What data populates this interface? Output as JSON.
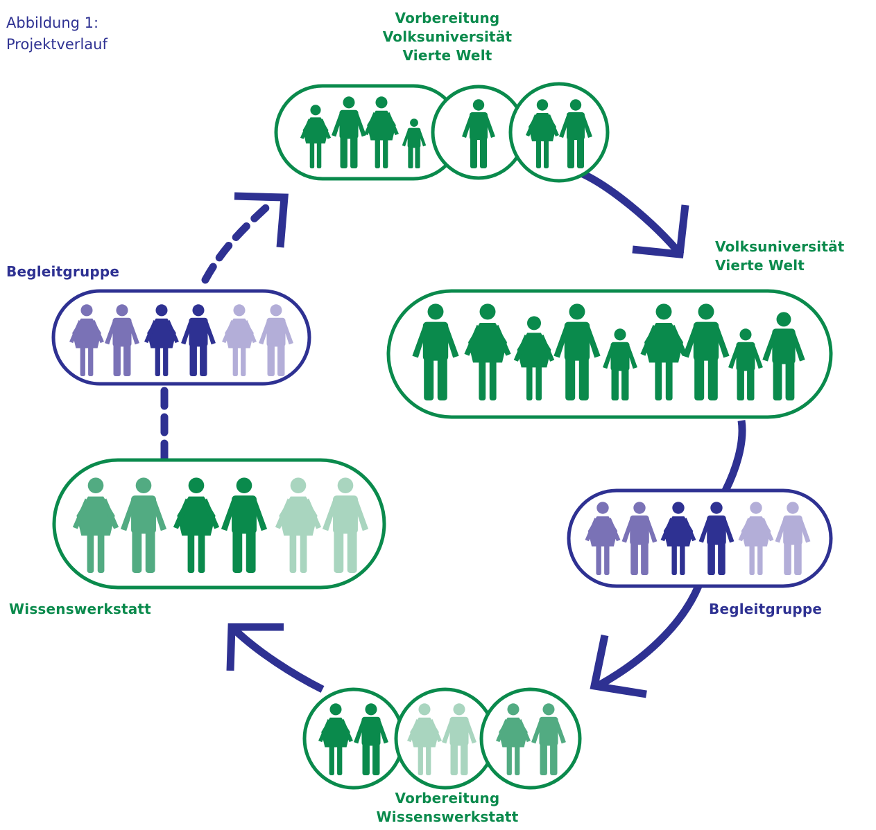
{
  "caption": {
    "line1": "Abbildung 1:",
    "line2": "Projektverlauf"
  },
  "labels": {
    "vorbereitung_vu": [
      "Vorbereitung",
      "Volksuniversität",
      "Vierte Welt"
    ],
    "volksuniversitaet": [
      "Volksuniversität",
      "Vierte Welt"
    ],
    "begleitgruppe_right": "Begleitgruppe",
    "begleitgruppe_left": "Begleitgruppe",
    "wissenswerkstatt": "Wissenswerkstatt",
    "vorbereitung_ww": [
      "Vorbereitung",
      "Wissenswerkstatt"
    ]
  },
  "colors": {
    "green": "#0a8a4c",
    "green_mid": "#52ab82",
    "green_light": "#a9d5bf",
    "navy": "#2e3192",
    "purple_mid": "#7a72b6",
    "purple_light": "#b3aed8",
    "background": "#ffffff"
  },
  "figure_icon_names": [
    "woman-figure-icon",
    "man-figure-icon",
    "child-figure-icon"
  ]
}
